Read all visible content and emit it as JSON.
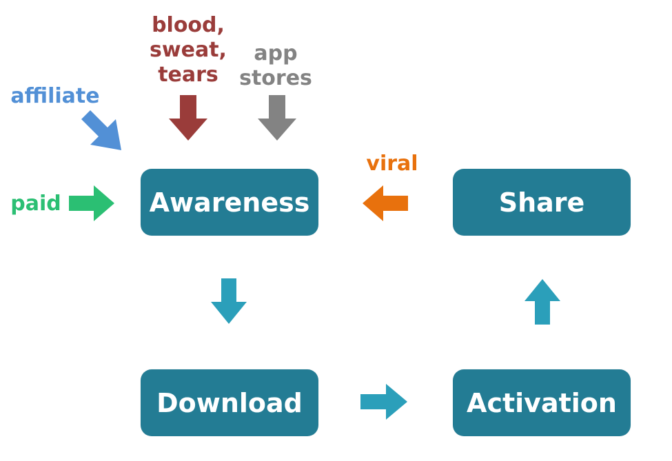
{
  "nodes": {
    "awareness": "Awareness",
    "share": "Share",
    "download": "Download",
    "activation": "Activation"
  },
  "sources": {
    "blood_sweat_tears": "blood,\nsweat,\ntears",
    "app_stores": "app\nstores",
    "affiliate": "affiliate",
    "paid": "paid",
    "viral": "viral"
  },
  "colors": {
    "box": "#237c94",
    "flow_arrow": "#2b9fba",
    "blood_sweat_tears": "#9a3c3a",
    "app_stores": "#838383",
    "affiliate": "#5290d6",
    "paid": "#2bbf73",
    "viral": "#e8710d"
  },
  "icons": {
    "blood_arrow": "arrow-down-icon",
    "app_stores_arrow": "arrow-down-icon",
    "affiliate_arrow": "arrow-down-right-icon",
    "paid_arrow": "arrow-right-icon",
    "viral_arrow": "arrow-left-icon",
    "awareness_to_download": "arrow-down-icon",
    "download_to_activation": "arrow-right-icon",
    "activation_to_share": "arrow-up-icon"
  }
}
